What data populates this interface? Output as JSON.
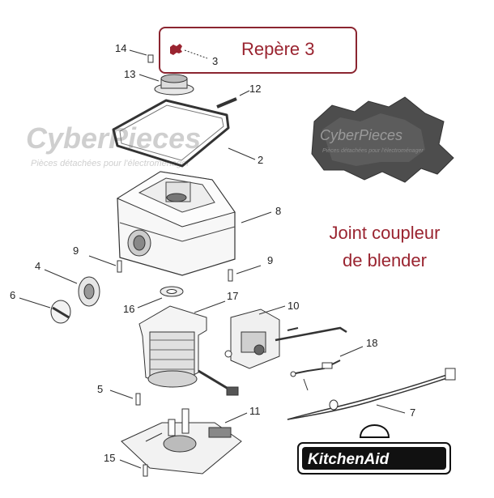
{
  "callout": {
    "title": "Repère 3",
    "number": "3"
  },
  "part_title": {
    "line1": "Joint coupleur",
    "line2": "de blender"
  },
  "watermark": {
    "brand": "CyberPieces",
    "tagline": "Pièces détachées pour l'électroménager"
  },
  "logo": {
    "text": "KitchenAid"
  },
  "labels": [
    "14",
    "13",
    "12",
    "2",
    "8",
    "9",
    "9",
    "4",
    "6",
    "16",
    "17",
    "10",
    "18",
    "5",
    "11",
    "7",
    "15"
  ],
  "colors": {
    "accent": "#9a2430",
    "line": "#333333",
    "photo": "#555555"
  }
}
